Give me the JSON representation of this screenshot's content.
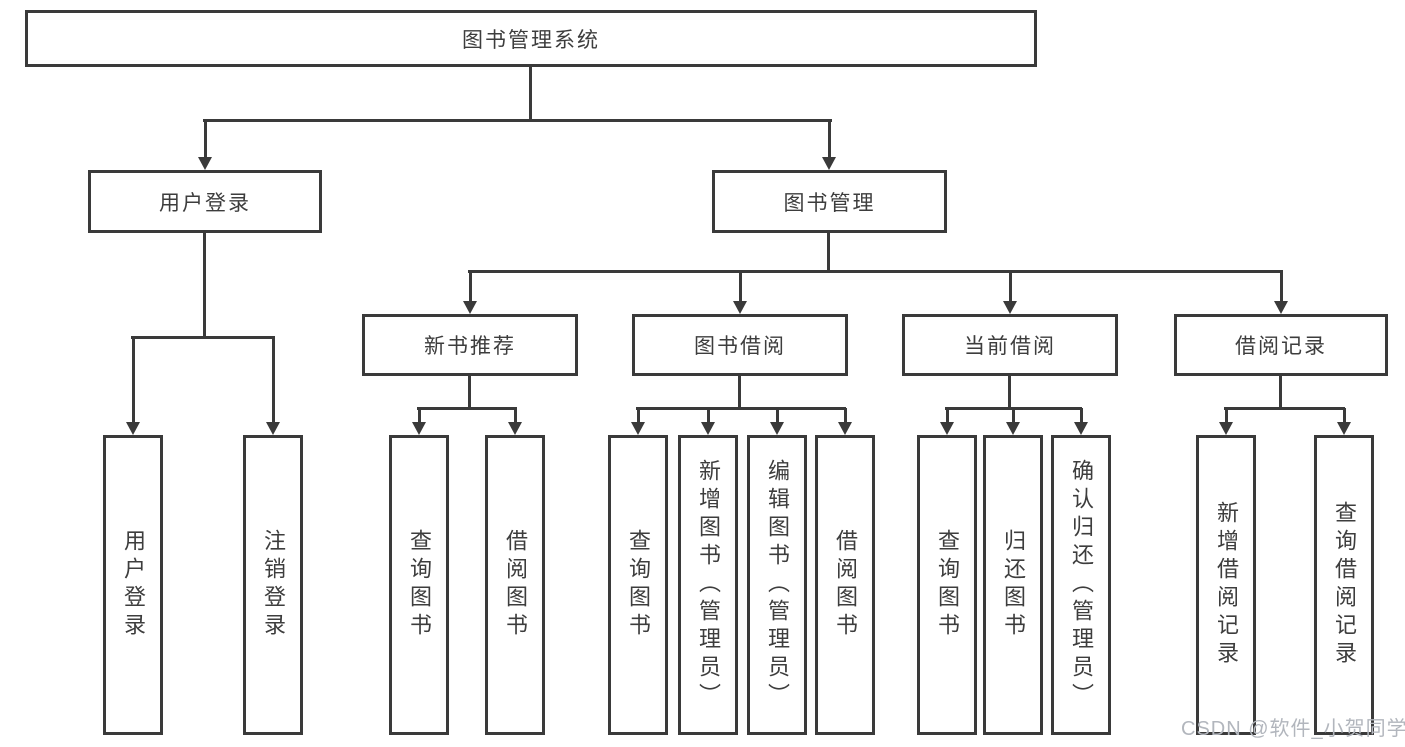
{
  "diagram": {
    "root": {
      "label": "图书管理系统",
      "children": [
        {
          "label": "用户登录",
          "children": [
            {
              "label": "用户登录"
            },
            {
              "label": "注销登录"
            }
          ]
        },
        {
          "label": "图书管理",
          "children": [
            {
              "label": "新书推荐",
              "children": [
                {
                  "label": "查询图书"
                },
                {
                  "label": "借阅图书"
                }
              ]
            },
            {
              "label": "图书借阅",
              "children": [
                {
                  "label": "查询图书"
                },
                {
                  "label": "新增图书（管理员）"
                },
                {
                  "label": "编辑图书（管理员）"
                },
                {
                  "label": "借阅图书"
                }
              ]
            },
            {
              "label": "当前借阅",
              "children": [
                {
                  "label": "查询图书"
                },
                {
                  "label": "归还图书"
                },
                {
                  "label": "确认归还（管理员）"
                }
              ]
            },
            {
              "label": "借阅记录",
              "children": [
                {
                  "label": "新增借阅记录"
                },
                {
                  "label": "查询借阅记录"
                }
              ]
            }
          ]
        }
      ]
    }
  },
  "watermark": {
    "text": "CSDN @软件_小贺同学"
  },
  "colors": {
    "line": "#3a3a3a",
    "text": "#3d3d3d",
    "watermark": "#b2b6bd",
    "background": "#ffffff"
  }
}
